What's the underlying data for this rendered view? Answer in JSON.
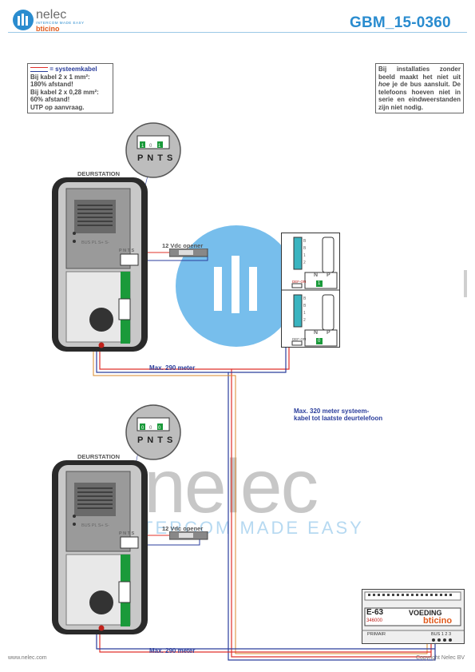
{
  "header": {
    "title": "GBM_15-0360",
    "logo_name": "nelec",
    "logo_tagline": "INTERCOM MADE EASY",
    "logo_brand": "bticino"
  },
  "notes": {
    "left_title": "= systeemkabel",
    "left_lines": [
      "Bij kabel 2 x 1 mm²:",
      "180% afstand!",
      "Bij kabel 2 x 0,28 mm²:",
      "60% afstand!",
      "UTP op aanvraag."
    ],
    "right_pre": "Bij installaties zonder beeld maakt het niet uit",
    "right_em": "hoe",
    "right_post": "je de bus aansluit. De telefoons hoeven niet in serie en eindweerstanden zijn niet nodig."
  },
  "door_stations": [
    {
      "title": "DEURSTATION",
      "opener": "12 Vdc opener",
      "bus_labels": "BUS PL S+ S-",
      "terminals": "P N T S",
      "zoom_codes": [
        "1",
        "0",
        "1"
      ],
      "distance": "Max. 290 meter"
    },
    {
      "title": "DEURSTATION",
      "opener": "12 Vdc opener",
      "bus_labels": "BUS PL S+ S-",
      "terminals": "P N T S",
      "zoom_codes": [
        "0",
        "0",
        "0"
      ],
      "distance": "Max. 290 meter"
    }
  ],
  "zoom_labels": {
    "top": "P N T S",
    "bottom": "P N T S"
  },
  "handsets": {
    "terminals": [
      "B",
      "B",
      "1",
      "2"
    ],
    "header": [
      "N",
      "P"
    ],
    "values": [
      [
        "1",
        "1"
      ],
      [
        "1",
        "0"
      ]
    ],
    "switch_label": "DEF-ON"
  },
  "long_run": "Max. 320 meter systeem-",
  "long_run_2": "kabel tot laatste deurtelefoon",
  "supply": {
    "model": "E-63",
    "label": "VOEDING",
    "code": "346000",
    "brand": "bticino",
    "left_label": "PRIMAIR",
    "right_label": "BUS 1 2 3"
  },
  "watermark": {
    "text": "nelec",
    "sub": "INTERCOM MADE EASY"
  },
  "footer": {
    "left": "www.nelec.com",
    "right": "Copyright Nelec BV"
  },
  "colors": {
    "accent": "#2a8ccf",
    "cable_red": "#e0302a",
    "cable_blue": "#2b3e9c",
    "cable_orange": "#d98a2b",
    "green": "#1a9a3a"
  }
}
